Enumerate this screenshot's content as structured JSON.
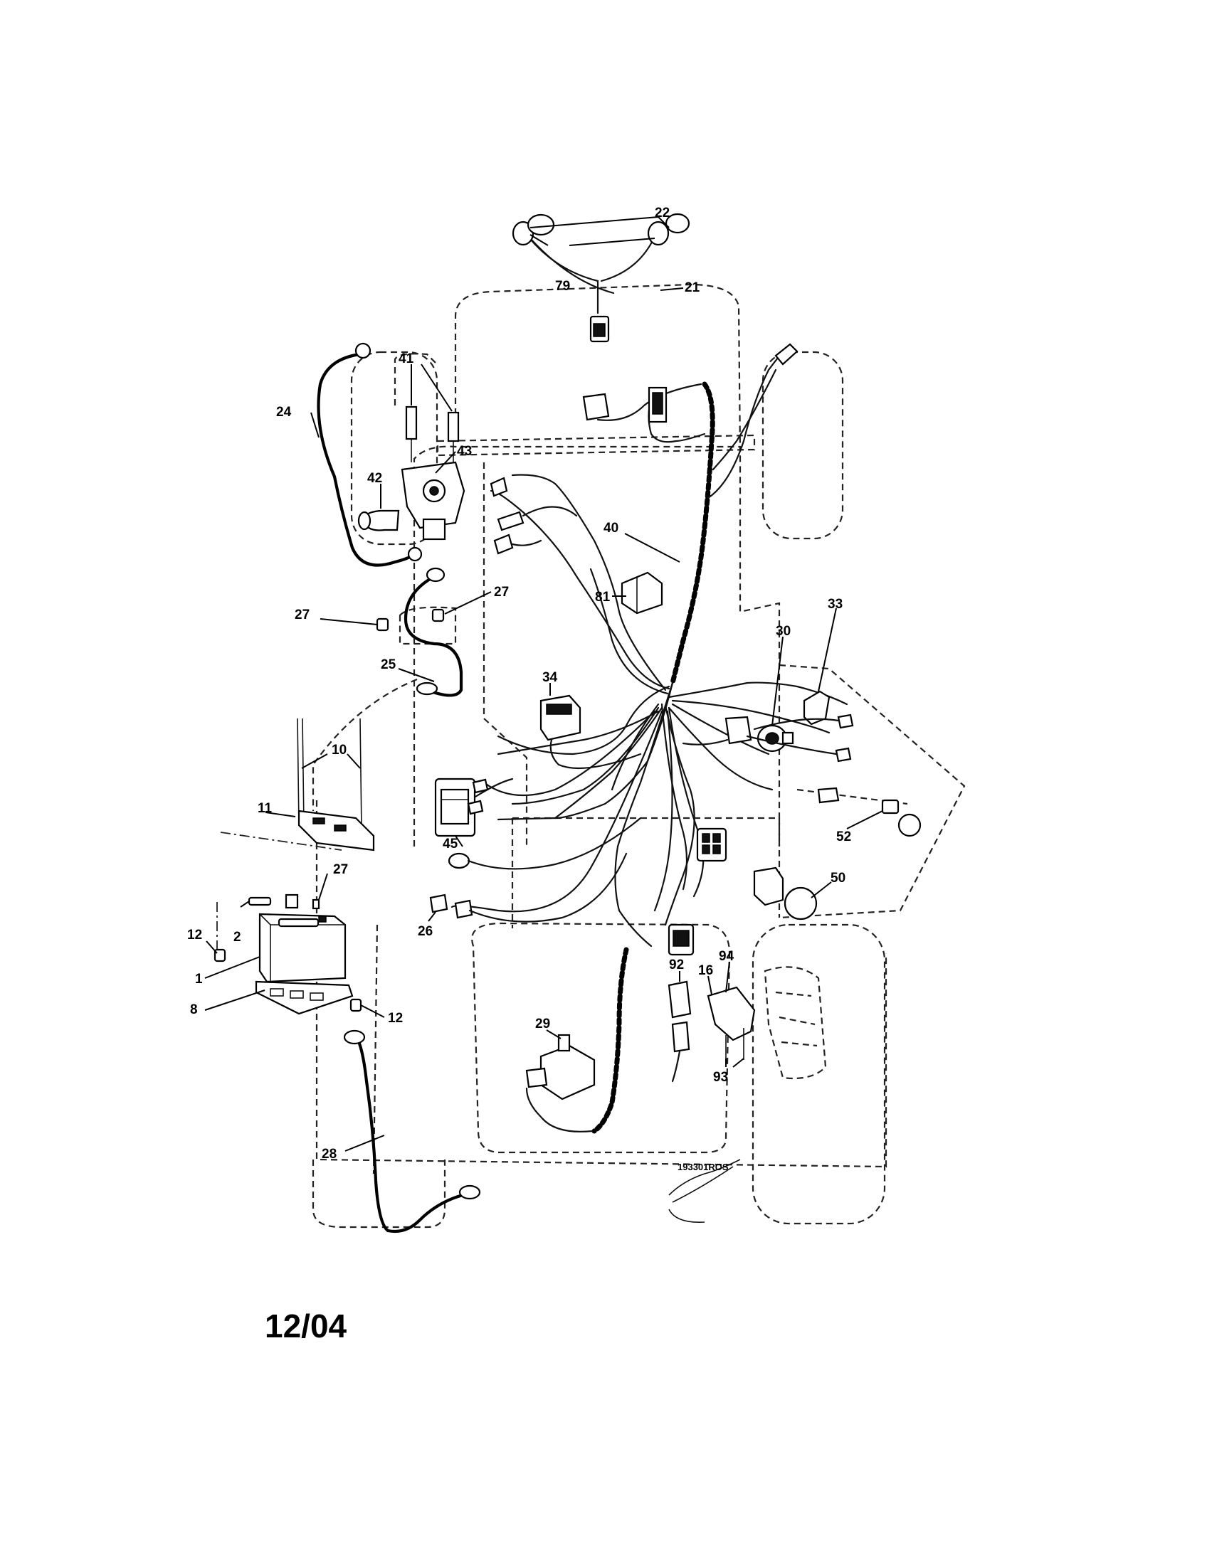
{
  "callouts": [
    {
      "id": "c22",
      "label": "22"
    },
    {
      "id": "c79",
      "label": "79"
    },
    {
      "id": "c21",
      "label": "21"
    },
    {
      "id": "c41",
      "label": "41"
    },
    {
      "id": "c24",
      "label": "24"
    },
    {
      "id": "c43",
      "label": "43"
    },
    {
      "id": "c42",
      "label": "42"
    },
    {
      "id": "c40",
      "label": "40"
    },
    {
      "id": "c81",
      "label": "81"
    },
    {
      "id": "c27a",
      "label": "27"
    },
    {
      "id": "c27b",
      "label": "27"
    },
    {
      "id": "c33",
      "label": "33"
    },
    {
      "id": "c30",
      "label": "30"
    },
    {
      "id": "c25",
      "label": "25"
    },
    {
      "id": "c34",
      "label": "34"
    },
    {
      "id": "c10",
      "label": "10"
    },
    {
      "id": "c11",
      "label": "11"
    },
    {
      "id": "c52",
      "label": "52"
    },
    {
      "id": "c45",
      "label": "45"
    },
    {
      "id": "c27c",
      "label": "27"
    },
    {
      "id": "c50",
      "label": "50"
    },
    {
      "id": "c12a",
      "label": "12"
    },
    {
      "id": "c2",
      "label": "2"
    },
    {
      "id": "c26",
      "label": "26"
    },
    {
      "id": "c1",
      "label": "1"
    },
    {
      "id": "c8",
      "label": "8"
    },
    {
      "id": "c12b",
      "label": "12"
    },
    {
      "id": "c92",
      "label": "92"
    },
    {
      "id": "c16",
      "label": "16"
    },
    {
      "id": "c94",
      "label": "94"
    },
    {
      "id": "c29",
      "label": "29"
    },
    {
      "id": "c93",
      "label": "93"
    },
    {
      "id": "c28",
      "label": "28"
    }
  ],
  "drawing_code": "193301ROS",
  "date_label": "12/04"
}
